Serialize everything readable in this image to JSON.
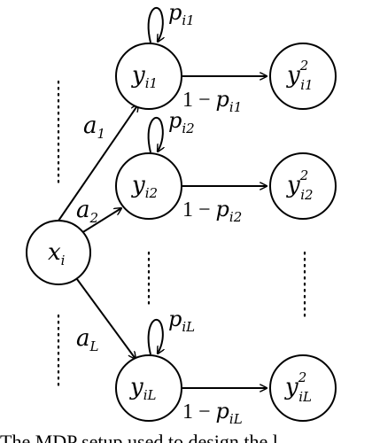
{
  "diagram": {
    "nodes": {
      "x": {
        "base": "x",
        "sub": "i"
      },
      "y1": {
        "base": "y",
        "sub": "i1"
      },
      "y2": {
        "base": "y",
        "sub": "i2"
      },
      "yL": {
        "base": "y",
        "sub": "iL"
      },
      "z1": {
        "base": "y",
        "sub": "i1",
        "sup": "2"
      },
      "z2": {
        "base": "y",
        "sub": "i2",
        "sup": "2"
      },
      "zL": {
        "base": "y",
        "sub": "iL",
        "sup": "2"
      }
    },
    "edge_labels": {
      "a1": {
        "base": "a",
        "sub": "1"
      },
      "a2": {
        "base": "a",
        "sub": "2"
      },
      "aL": {
        "base": "a",
        "sub": "L"
      },
      "p1": {
        "base": "p",
        "sub": "i1"
      },
      "p2": {
        "base": "p",
        "sub": "i2"
      },
      "pL": {
        "base": "p",
        "sub": "iL"
      },
      "q1": {
        "prefix": "1 − ",
        "base": "p",
        "sub": "i1"
      },
      "q2": {
        "prefix": "1 − ",
        "base": "p",
        "sub": "i2"
      },
      "qL": {
        "prefix": "1 − ",
        "base": "p",
        "sub": "iL"
      }
    },
    "caption": "The MDP setup used to design the l"
  }
}
